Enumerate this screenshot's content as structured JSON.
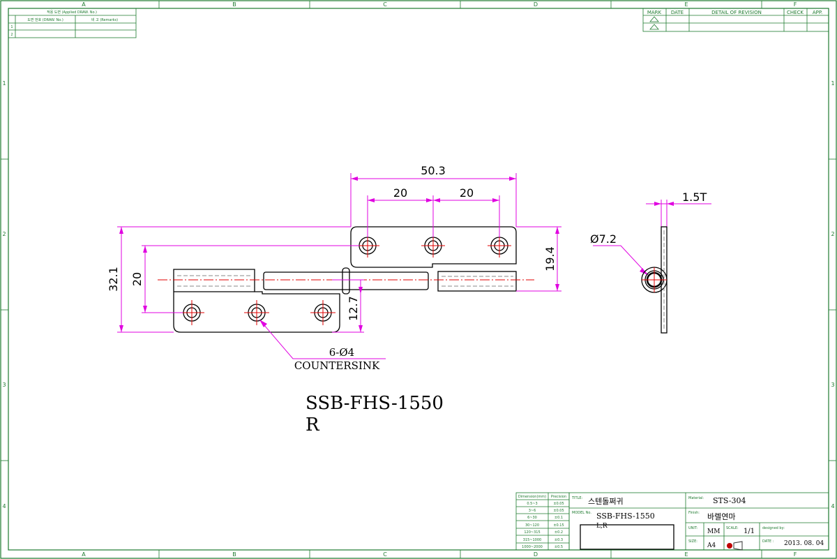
{
  "zones": {
    "columns": [
      "A",
      "B",
      "C",
      "D",
      "E",
      "F"
    ],
    "rows": [
      "1",
      "2",
      "3",
      "4"
    ]
  },
  "applied_table": {
    "title": "적용 도면 (Applied DRAW. No.)",
    "col1": "도면 번호 (DRAW. No.)",
    "col2": "비 고 (Remarks)",
    "rows": [
      "1",
      "2"
    ]
  },
  "revision_table": {
    "headers": [
      "MARK",
      "DATE",
      "DETAIL OF REVISION",
      "CHECK",
      "APP."
    ]
  },
  "dimensions": {
    "overall_width": "50.3",
    "pitch_1": "20",
    "pitch_2": "20",
    "right_leaf_height": "19.4",
    "total_height": "32.1",
    "inner_height": "20",
    "lower_hole_height": "12.7",
    "thickness": "1.5T",
    "pin_diameter": "Ø7.2",
    "hole_note": "6-Ø4",
    "hole_type": "COUNTERSINK"
  },
  "part": {
    "model": "SSB-FHS-1550",
    "hand": "R"
  },
  "precision_table": {
    "header_dim": "Dimension(mm)",
    "header_prec": "Precision",
    "rows": [
      [
        "0.5~3",
        "±0.05"
      ],
      [
        "3~6",
        "±0.05"
      ],
      [
        "6~30",
        "±0.1"
      ],
      [
        "30~120",
        "±0.15"
      ],
      [
        "120~315",
        "±0.2"
      ],
      [
        "315~1000",
        "±0.3"
      ],
      [
        "1000~2000",
        "±0.5"
      ]
    ]
  },
  "title_block": {
    "title_label": "TITLE:",
    "title_value": "스텐돌쩌귀",
    "model_label": "MODEL No.",
    "model_value": "SSB-FHS-1550",
    "model_sub": "L,R",
    "material_label": "Material:",
    "material_value": "STS-304",
    "finish_label": "Finish:",
    "finish_value": "바렐연마",
    "unit_label": "UNIT:",
    "unit_value": "MM",
    "scale_label": "SCALE:",
    "scale_value": "1/1",
    "designed_label": "designed by:",
    "size_label": "SIZE:",
    "size_value": "A4",
    "date_label": "DATE :",
    "date_value": "2013. 08. 04"
  }
}
